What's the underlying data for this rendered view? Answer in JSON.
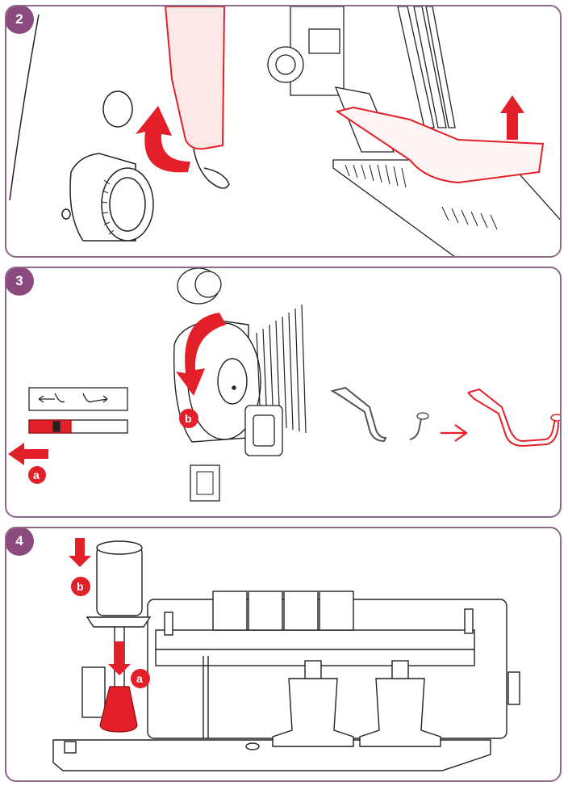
{
  "steps": [
    {
      "number": "2"
    },
    {
      "number": "3",
      "labels": {
        "a": "a",
        "b": "b"
      }
    },
    {
      "number": "4",
      "labels": {
        "a": "a",
        "b": "b"
      }
    }
  ],
  "colors": {
    "accent": "#e3202a",
    "frame": "#8a6a86",
    "badge": "#8a4a7e",
    "line": "#222222"
  },
  "icons": [
    "red-arrow-up-icon",
    "red-curved-arrow-icon",
    "red-arrow-left-icon",
    "red-arrow-down-icon",
    "red-arrow-right-icon"
  ]
}
